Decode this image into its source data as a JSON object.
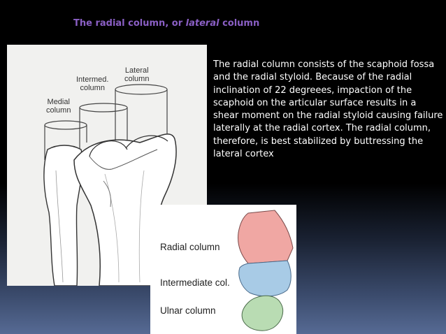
{
  "title": {
    "prefix": "The radial column, or ",
    "italic": "lateral",
    "suffix": " column"
  },
  "left_diagram": {
    "lateral_label": [
      "Lateral",
      "column"
    ],
    "intermed_label": [
      "Intermed.",
      "column"
    ],
    "medial_label": [
      "Medial",
      "column"
    ]
  },
  "body_text": "The radial column consists of the scaphoid fossa and the radial styloid. Because of the radial inclination of 22 degreees, impaction of the scaphoid on the articular surface results in a shear moment on the radial styloid causing failure laterally at the radial cortex. The radial column, therefore, is best stabilized by buttressing the lateral cortex",
  "right_diagram": {
    "labels": [
      "Radial column",
      "Intermediate col.",
      "Ulnar column"
    ],
    "colors": {
      "radial": "#f0a7a3",
      "intermediate": "#a8cbe6",
      "ulnar": "#b9dcb3"
    }
  }
}
